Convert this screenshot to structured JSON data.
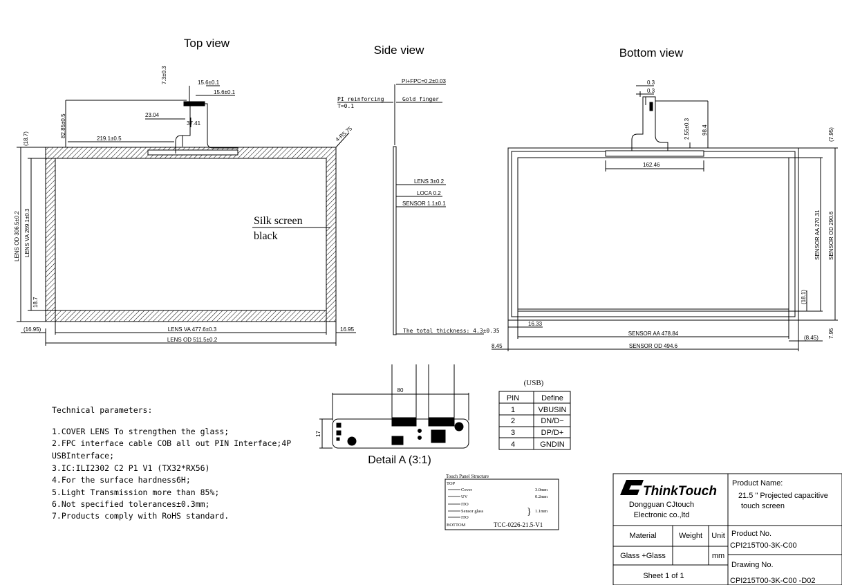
{
  "views": {
    "top": "Top view",
    "side": "Side view",
    "bottom": "Bottom view",
    "detail": "Detail A (3:1)"
  },
  "top_view": {
    "d_7_3": "7.3±0.3",
    "d_15_6a": "15.6±0.1",
    "d_15_6b": "15.6±0.1",
    "d_23_04": "23.04",
    "d_37_41": "37.41",
    "d_82_85": "82.85±0.5",
    "d_219_1": "219.1±0.5",
    "d_r4": "4-R5.75",
    "d_18_7_top": "(18.7)",
    "lens_od_h": "LENS OD 306.5±0.2",
    "lens_va_h": "LENS VA 269.1±0.3",
    "d_18_7_bot": "18.7",
    "d_16_95_l": "(16.95)",
    "d_16_95_r": "16.95",
    "lens_va_w": "LENS VA 477.6±0.3",
    "lens_od_w": "LENS OD 511.5±0.2",
    "silk_1": "Silk screen",
    "silk_2": "black"
  },
  "side_view": {
    "pi_fpc": "PI+FPC=0.2±0.03",
    "pi_reinforcing": "PI reinforcing",
    "t_value": "T=0.1",
    "gold_finger": "Gold finger",
    "lens": "LENS 3±0.2",
    "loca": "LOCA 0.2",
    "sensor": "SENSOR 1.1±0.1",
    "total": "The total thickness: 4.3±0.35"
  },
  "bottom_view": {
    "d_0_3a": "0.3",
    "d_0_3b": "0.3",
    "d_2_55": "2.55±0.3",
    "d_98_4": "98.4",
    "d_162_46": "162.46",
    "d_7_95_top": "(7.95)",
    "sensor_aa_h": "SENSOR AA 270.31",
    "sensor_od_h": "SENSOR OD 290.6",
    "d_18_1": "(18.1)",
    "d_16_33": "16.33",
    "d_7_95_bot": "7.95",
    "sensor_aa_w": "SENSOR AA 478.84",
    "d_8_45_r": "(8.45)",
    "d_8_45_l": "8.45",
    "sensor_od_w": "SENSOR OD 494.6"
  },
  "detail": {
    "d_80": "80",
    "d_17": "17"
  },
  "usb_table": {
    "caption": "(USB)",
    "headers": [
      "PIN",
      "Define"
    ],
    "rows": [
      [
        "1",
        "VBUSIN"
      ],
      [
        "2",
        "DN/D−"
      ],
      [
        "3",
        "DP/D+"
      ],
      [
        "4",
        "GNDIN"
      ]
    ]
  },
  "tech": {
    "title": "Technical parameters:",
    "lines": [
      "1.COVER LENS To strengthen the glass;",
      "2.FPC interface cable COB all out PIN Interface;4P",
      "USBInterface;",
      "3.IC:ILI2302 C2 P1 V1  (TX32*RX56)",
      "4.For the surface hardness6H;",
      "5.Light Transmission more than 85%;",
      "6.Not specified tolerances±0.3mm;",
      "7.Products comply with RoHS standard."
    ]
  },
  "structure": {
    "title": "Touch Panel Structure",
    "top": "TOP",
    "layers": [
      "Cover",
      "UV",
      "ITO",
      "Sensor glass",
      "ITO"
    ],
    "bottom": "BOTTOM",
    "cover_t": "3.0mm",
    "uv_t": "0.2mm",
    "glass_t": "1.1mm",
    "code": "TCC-0226-21.5-V1"
  },
  "title_block": {
    "logo": "ThinkTouch",
    "company_1": "Dongguan CJtouch",
    "company_2": "Electronic co.,ltd",
    "product_name_label": "Product Name:",
    "product_name_1": "21.5 \" Projected capacitive",
    "product_name_2": "touch screen",
    "material_h": "Material",
    "weight_h": "Weight",
    "unit_h": "Unit",
    "material": "Glass +Glass",
    "unit": "mm",
    "sheet": "Sheet 1 of 1",
    "product_no_label": "Product No.",
    "product_no": "CPI215T00-3K-C00",
    "drawing_no_label": "Drawing No.",
    "drawing_no": "CPI215T00-3K-C00  -D02"
  }
}
